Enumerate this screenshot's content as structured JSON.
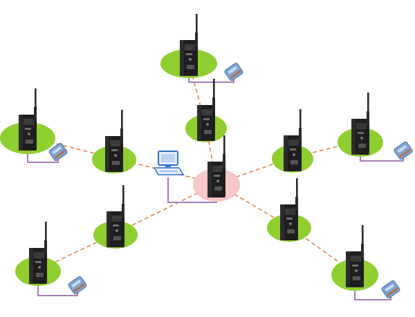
{
  "diagram": {
    "type": "wireless mesh network topology",
    "colors": {
      "background": "#ffffff",
      "node_pad": "#8fce2f",
      "coordinator_pad": "#f7c6c6",
      "wireless_link": "#d9824a",
      "wired_link": "#a67bb6",
      "device_body": "#1e1e1e",
      "antenna": "#2a2a2a",
      "io_module": "#7ea5d6",
      "computer": "#2f6fd0"
    },
    "nodes": [
      {
        "id": "top",
        "role": "wireless-module",
        "icon": "radio-module-icon"
      },
      {
        "id": "center",
        "role": "wireless-module",
        "icon": "radio-module-icon"
      },
      {
        "id": "coordinator",
        "role": "coordinator",
        "icon": "radio-module-icon"
      },
      {
        "id": "left-far",
        "role": "wireless-module",
        "icon": "radio-module-icon"
      },
      {
        "id": "left-mid",
        "role": "wireless-module",
        "icon": "radio-module-icon"
      },
      {
        "id": "right-mid",
        "role": "wireless-module",
        "icon": "radio-module-icon"
      },
      {
        "id": "right-far",
        "role": "wireless-module",
        "icon": "radio-module-icon"
      },
      {
        "id": "lower-left",
        "role": "wireless-module",
        "icon": "radio-module-icon"
      },
      {
        "id": "bottom-left",
        "role": "wireless-module",
        "icon": "radio-module-icon"
      },
      {
        "id": "lower-right",
        "role": "wireless-module",
        "icon": "radio-module-icon"
      },
      {
        "id": "bottom-right",
        "role": "wireless-module",
        "icon": "radio-module-icon"
      }
    ],
    "computer": {
      "id": "pc",
      "icon": "computer-icon"
    },
    "io_modules": [
      {
        "id": "io-top",
        "icon": "io-module-icon"
      },
      {
        "id": "io-left",
        "icon": "io-module-icon"
      },
      {
        "id": "io-right",
        "icon": "io-module-icon"
      },
      {
        "id": "io-bottom-left",
        "icon": "io-module-icon"
      },
      {
        "id": "io-bottom-right",
        "icon": "io-module-icon"
      }
    ],
    "wireless_links": [
      [
        "top",
        "center"
      ],
      [
        "center",
        "coordinator"
      ],
      [
        "coordinator",
        "right-mid"
      ],
      [
        "right-mid",
        "right-far"
      ],
      [
        "coordinator",
        "lower-right"
      ],
      [
        "lower-right",
        "bottom-right"
      ],
      [
        "coordinator",
        "left-mid"
      ],
      [
        "left-mid",
        "left-far"
      ],
      [
        "coordinator",
        "lower-left"
      ],
      [
        "lower-left",
        "bottom-left"
      ]
    ],
    "wired_links": [
      [
        "top",
        "io-top"
      ],
      [
        "left-far",
        "io-left"
      ],
      [
        "right-far",
        "io-right"
      ],
      [
        "bottom-left",
        "io-bottom-left"
      ],
      [
        "bottom-right",
        "io-bottom-right"
      ],
      [
        "pc",
        "coordinator"
      ]
    ]
  }
}
